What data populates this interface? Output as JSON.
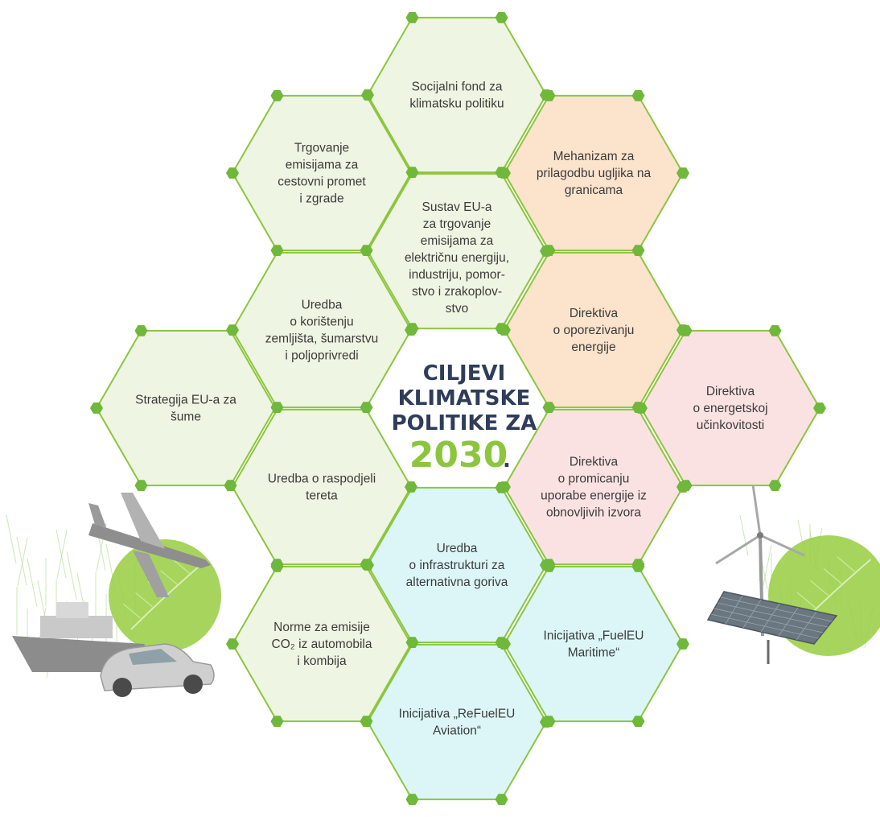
{
  "center": {
    "title_lines": [
      "CILJEVI",
      "KLIMATSKE",
      "POLITIKE ZA"
    ],
    "year": "2030",
    "year_suffix": "."
  },
  "colors": {
    "hex_border": "#8cc63f",
    "hex_node": "#6fb83a",
    "green_fill": "#eef5e2",
    "orange_fill": "#fbe3cc",
    "pink_fill": "#fbe2e2",
    "cyan_fill": "#dcf6f8",
    "title_blue": "#2f3c5a",
    "year_green": "#8cc63f"
  },
  "hexagons": [
    {
      "id": "social-climate-fund",
      "color": "green",
      "lines": [
        "Socijalni fond za",
        "klimatsku politiku"
      ]
    },
    {
      "id": "ets-road-buildings",
      "color": "green",
      "lines": [
        "Trgovanje",
        "emisijama za",
        "cestovni promet",
        "i zgrade"
      ]
    },
    {
      "id": "cbam",
      "color": "orange",
      "lines": [
        "Mehanizam za",
        "prilagodbu ugljika na",
        "granicama"
      ]
    },
    {
      "id": "eu-ets",
      "color": "green",
      "lines": [
        "Sustav EU-a",
        "za trgovanje",
        "emisijama za",
        "električnu energiju,",
        "industriju, pomor-",
        "stvo i zrakoplov-",
        "stvo"
      ]
    },
    {
      "id": "lulucf",
      "color": "green",
      "lines": [
        "Uredba",
        "o korištenju",
        "zemljišta, šumarstvu",
        "i poljoprivredi"
      ]
    },
    {
      "id": "energy-taxation",
      "color": "orange",
      "lines": [
        "Direktiva",
        "o oporezivanju",
        "energije"
      ]
    },
    {
      "id": "forest-strategy",
      "color": "green",
      "lines": [
        "Strategija EU-a za",
        "šume"
      ]
    },
    {
      "id": "energy-efficiency",
      "color": "pink",
      "lines": [
        "Direktiva",
        "o energetskoj",
        "učinkovitosti"
      ]
    },
    {
      "id": "effort-sharing",
      "color": "green",
      "lines": [
        "Uredba o raspodjeli",
        "tereta"
      ]
    },
    {
      "id": "renewable-energy",
      "color": "pink",
      "lines": [
        "Direktiva",
        "o promicanju",
        "uporabe energije iz",
        "obnovljivih izvora"
      ]
    },
    {
      "id": "afir",
      "color": "cyan",
      "lines": [
        "Uredba",
        "o infrastrukturi za",
        "alternativna goriva"
      ]
    },
    {
      "id": "co2-standards",
      "color": "green",
      "lines": [
        "Norme za emisije",
        "CO₂ iz automobila",
        "i kombija"
      ]
    },
    {
      "id": "fueleu-maritime",
      "color": "cyan",
      "lines": [
        "Inicijativa „FuelEU",
        "Maritime“"
      ]
    },
    {
      "id": "refueleu-aviation",
      "color": "cyan",
      "lines": [
        "Inicijativa „ReFuelEU",
        "Aviation“"
      ]
    }
  ],
  "illustrations": {
    "left": [
      "airplane-icon",
      "ship-icon",
      "car-icon",
      "leaf-icon"
    ],
    "right": [
      "wind-turbine-icon",
      "solar-panel-icon",
      "leaf-icon"
    ]
  }
}
